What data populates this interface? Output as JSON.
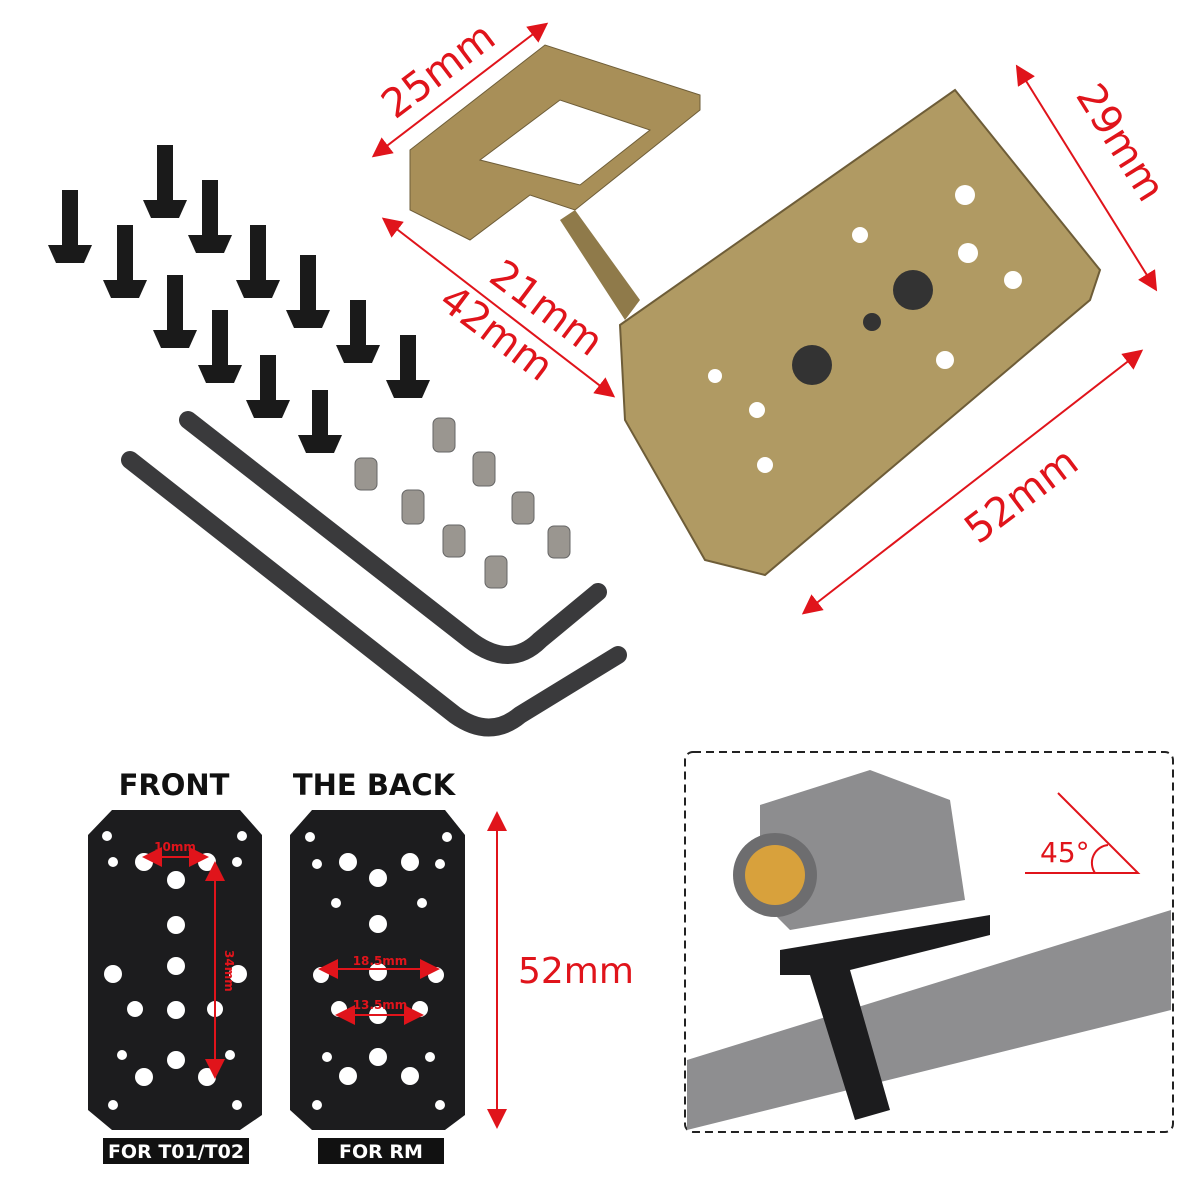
{
  "dimensions": {
    "top_width": "25mm",
    "height": "29mm",
    "inner": "21mm",
    "depth": "42mm",
    "length": "52mm"
  },
  "plates": {
    "front_title": "FRONT",
    "back_title": "THE BACK",
    "front_spacing": "10mm",
    "front_length": "34mm",
    "back_wide": "18.5mm",
    "back_narrow": "13.5mm",
    "plate_height": "52mm",
    "front_tag": "FOR T01/T02",
    "back_tag": "FOR RM"
  },
  "inset": {
    "angle": "45°"
  },
  "colors": {
    "annotation": "#e0141b",
    "mount": "#a88f58",
    "plate": "#1c1c1e"
  }
}
